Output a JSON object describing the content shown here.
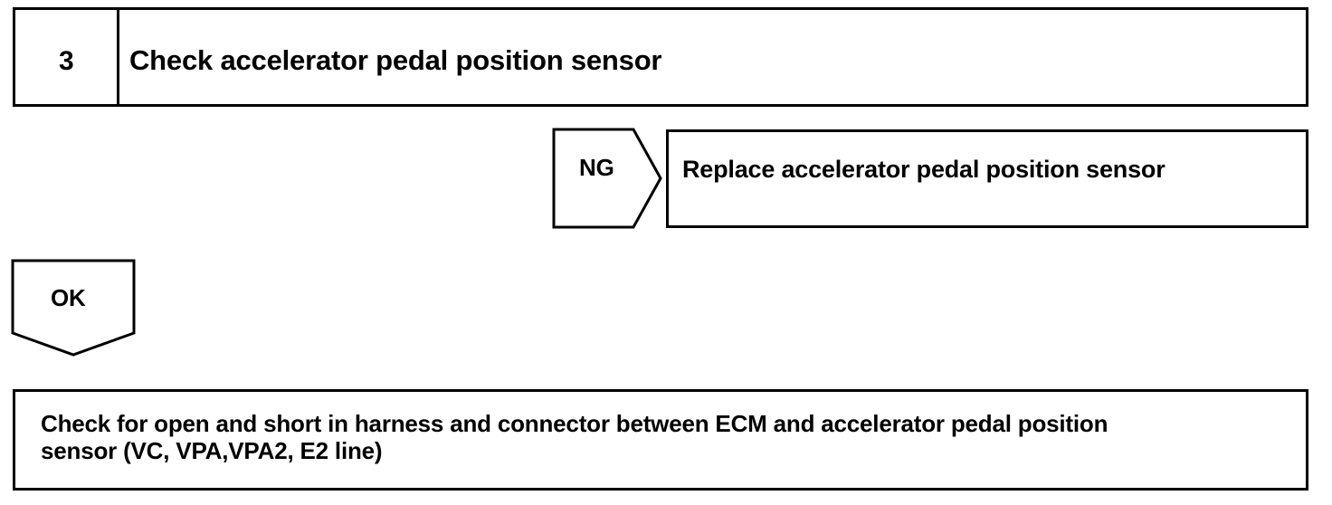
{
  "step": {
    "number": "3",
    "title": "Check accelerator pedal position sensor"
  },
  "ng_branch": {
    "label": "NG",
    "action": "Replace accelerator pedal position sensor"
  },
  "ok_branch": {
    "label": "OK"
  },
  "next_action": {
    "line1": "Check for open and short in harness and connector between ECM and accelerator pedal position",
    "line2": "sensor (VC, VPA,VPA2, E2 line)"
  }
}
